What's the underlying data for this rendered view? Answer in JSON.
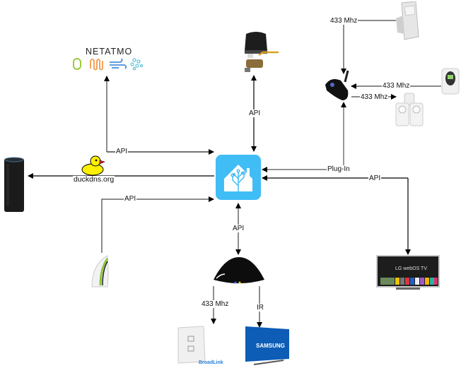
{
  "diagram": {
    "hub": {
      "name": "Home Assistant",
      "color": "#41BDF5"
    },
    "devices": {
      "netatmo": {
        "brand": "NETATMO"
      },
      "gas_valve": {
        "name": "Gas valve actuator"
      },
      "pir_sensor": {
        "name": "PIR motion sensor"
      },
      "rfxcom": {
        "name": "433 MHz transceiver"
      },
      "weather_station": {
        "name": "Temperature sensor"
      },
      "smart_plugs": {
        "name": "433 MHz plugs"
      },
      "echo": {
        "name": "Amazon Echo"
      },
      "duckdns": {
        "label": "duckdns.org"
      },
      "air_sensor": {
        "name": "Air quality sensor"
      },
      "broadlink_rm": {
        "name": "Broadlink RM"
      },
      "broadlink_switch": {
        "brand": "BroadLink"
      },
      "samsung_tv": {
        "brand": "SAMSUNG"
      },
      "lg_tv": {
        "brand": "LG webOS TV"
      }
    },
    "connections": {
      "netatmo_api": "API",
      "valve_api": "API",
      "pir_433": "433 Mhz",
      "weather_433": "433 Mhz",
      "plugs_433": "433 Mhz",
      "rfx_plugin": "Plug-In",
      "lg_api": "API",
      "air_api": "API",
      "broadlink_api": "API",
      "switch_433": "433 Mhz",
      "samsung_ir": "IR"
    }
  }
}
